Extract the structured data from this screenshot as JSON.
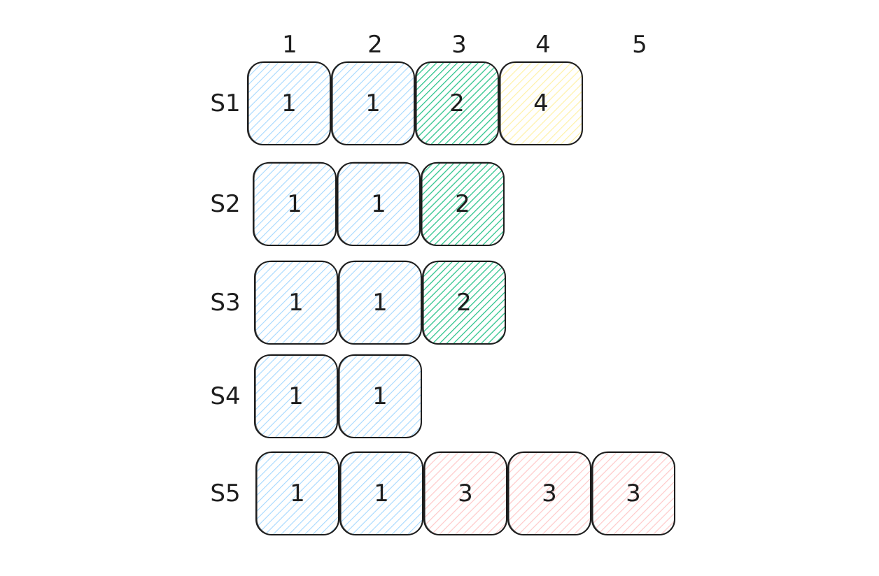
{
  "columns": [
    "1",
    "2",
    "3",
    "4",
    "5"
  ],
  "rows": [
    {
      "label": "S1",
      "cells": [
        {
          "value": "1",
          "color": "blue"
        },
        {
          "value": "1",
          "color": "blue"
        },
        {
          "value": "2",
          "color": "green"
        },
        {
          "value": "4",
          "color": "yellow"
        }
      ]
    },
    {
      "label": "S2",
      "cells": [
        {
          "value": "1",
          "color": "blue"
        },
        {
          "value": "1",
          "color": "blue"
        },
        {
          "value": "2",
          "color": "green"
        }
      ]
    },
    {
      "label": "S3",
      "cells": [
        {
          "value": "1",
          "color": "blue"
        },
        {
          "value": "1",
          "color": "blue"
        },
        {
          "value": "2",
          "color": "green"
        }
      ]
    },
    {
      "label": "S4",
      "cells": [
        {
          "value": "1",
          "color": "blue"
        },
        {
          "value": "1",
          "color": "blue"
        }
      ]
    },
    {
      "label": "S5",
      "cells": [
        {
          "value": "1",
          "color": "blue"
        },
        {
          "value": "1",
          "color": "blue"
        },
        {
          "value": "3",
          "color": "red"
        },
        {
          "value": "3",
          "color": "red"
        },
        {
          "value": "3",
          "color": "red"
        }
      ]
    }
  ],
  "palette": {
    "blue": "#a5d8ff",
    "green": "#2fc48d",
    "yellow": "#fff1a8",
    "red": "#ffc9c9",
    "stroke": "#1e1e1e"
  }
}
